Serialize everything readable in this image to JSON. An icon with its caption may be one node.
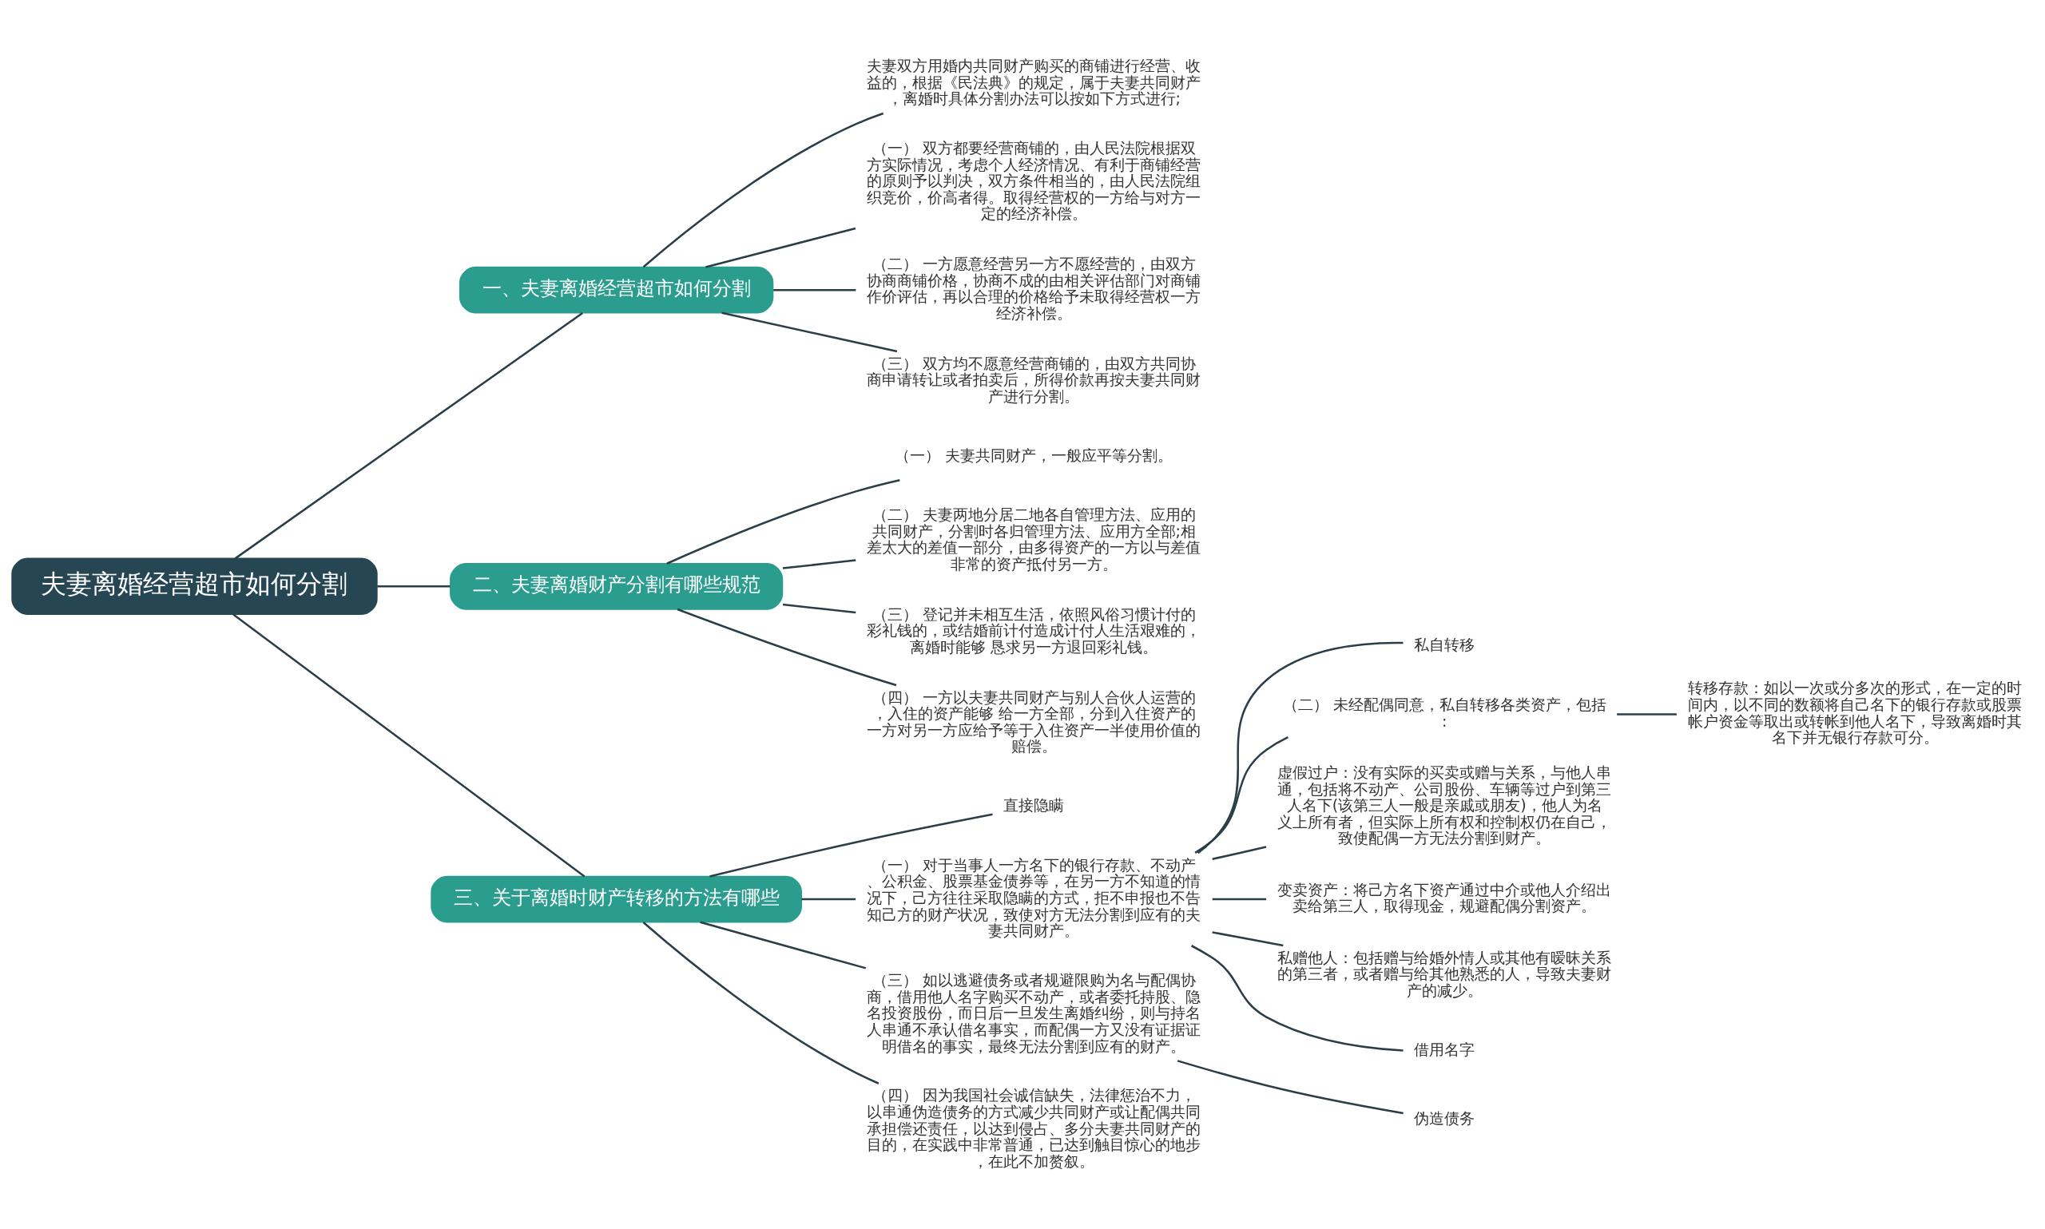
{
  "diagram": {
    "nodes": [
      {
        "text": [
          "夫妻离婚经营超市如何分割"
        ]
      },
      {
        "text": [
          "一、夫妻离婚经营超市如何分割"
        ]
      },
      {
        "text": [
          "夫妻双方用婚内共同财产购买的商铺进行经营、收益的，根据《民法典》的规定，属于夫妻共同财产，离婚时具体分割办法可以按如下方式进行;"
        ]
      },
      {
        "text": [
          "（一） 双方都要经营商铺的，由人民法院根据双方实际情况，考虑个人经济情况、有利于商铺经营的原则予以判决，双方条件相当的，由人民法院组织竞价，价高者得。取得经营权的一方给与对方一定的经济补偿。"
        ]
      },
      {
        "text": [
          "（二） 一方愿意经营另一方不愿经营的，由双方协商商铺价格，协商不成的由相关评估部门对商铺作价评估，再以合理的价格给予未取得经营权一方经济补偿。"
        ]
      },
      {
        "text": [
          "（三） 双方均不愿意经营商铺的，由双方共同协商申请转让或者拍卖后，所得价款再按夫妻共同财产进行分割。"
        ]
      },
      {
        "text": [
          "二、夫妻离婚财产分割有哪些规范"
        ]
      },
      {
        "text": [
          "（一） 夫妻共同财产，一般应平等分割。"
        ]
      },
      {
        "text": [
          "（二） 夫妻两地分居二地各自管理方法、应用的共同财产，分割时各归管理方法、应用方全部;相差太大的差值一部分，由多得资产的一方以与差值非常的资产抵付另一方。"
        ]
      },
      {
        "text": [
          "（三） 登记并未相互生活，依照风俗习惯计付的彩礼钱的，或结婚前计付造成计付人生活艰难的，离婚时能够 恳求另一方退回彩礼钱。"
        ]
      },
      {
        "text": [
          "（四） 一方以夫妻共同财产与别人合伙人运营的，入住的资产能够 给一方全部，分到入住资产的一方对另一方应给予等于入住资产一半使用价值的赔偿。"
        ]
      },
      {
        "text": [
          "三、关于离婚时财产转移的方法有哪些"
        ]
      },
      {
        "text": [
          "直接隐瞒"
        ]
      },
      {
        "text": [
          "（一） 对于当事人一方名下的银行存款、不动产、公积金、股票基金债券等，在另一方不知道的情况下，己方往往采取隐瞒的方式，拒不申报也不告知己方的财产状况，致使对方无法分割到应有的夫妻共同财产。"
        ]
      },
      {
        "text": [
          "私自转移"
        ]
      },
      {
        "text": [
          "（二） 未经配偶同意，私自转移各类资产，包括:"
        ]
      },
      {
        "text": [
          "转移存款：如以一次或分多次的形式，在一定的时间内，以不同的数额将自己名下的银行存款或股票帐户资金等取出或转帐到他人名下，导致离婚时其名下并无银行存款可分。"
        ]
      },
      {
        "text": [
          "虚假过户：没有实际的买卖或赠与关系，与他人串通，包括将不动产、公司股份、车辆等过户到第三人名下(该第三人一般是亲戚或朋友)，他人为名义上所有者，但实际上所有权和控制权仍在自己，致使配偶一方无法分割到财产。"
        ]
      },
      {
        "text": [
          "变卖资产：将己方名下资产通过中介或他人介绍出卖给第三人，取得现金，规避配偶分割资产。"
        ]
      },
      {
        "text": [
          "私赠他人：包括赠与给婚外情人或其他有暧昧关系的第三者，或者赠与给其他熟悉的人，导致夫妻财产的减少。"
        ]
      },
      {
        "text": [
          "借用名字"
        ]
      },
      {
        "text": [
          "（三） 如以逃避债务或者规避限购为名与配偶协商，借用他人名字购买不动产，或者委托持股、隐名投资股份，而日后一旦发生离婚纠纷，则与持名人串通不承认借名事实，而配偶一方又没有证据证明借名的事实，最终无法分割到应有的财产。"
        ]
      },
      {
        "text": [
          "伪造债务"
        ]
      },
      {
        "text": [
          "（四） 因为我国社会诚信缺失，法律惩治不力，以串通伪造债务的方式减少共同财产或让配偶共同承担偿还责任，以达到侵占、多分夫妻共同财产的目的，在实践中非常普通，已达到触目惊心的地步，在此不加赘叙。"
        ]
      }
    ],
    "edges": [
      {
        "from": 0,
        "to": 1,
        "arrow": "none"
      },
      {
        "from": 1,
        "to": 2,
        "arrow": "none"
      },
      {
        "from": 1,
        "to": 3,
        "arrow": "none"
      },
      {
        "from": 1,
        "to": 4,
        "arrow": "none"
      },
      {
        "from": 1,
        "to": 5,
        "arrow": "none"
      },
      {
        "from": 0,
        "to": 6,
        "arrow": "none"
      },
      {
        "from": 6,
        "to": 7,
        "arrow": "none"
      },
      {
        "from": 6,
        "to": 8,
        "arrow": "none"
      },
      {
        "from": 6,
        "to": 9,
        "arrow": "none"
      },
      {
        "from": 6,
        "to": 10,
        "arrow": "none"
      },
      {
        "from": 0,
        "to": 11,
        "arrow": "none"
      },
      {
        "from": 11,
        "to": 12,
        "arrow": "none"
      },
      {
        "from": 11,
        "to": 13,
        "arrow": "none"
      },
      {
        "from": 13,
        "to": 14,
        "arrow": "none"
      },
      {
        "from": 13,
        "to": 15,
        "arrow": "none"
      },
      {
        "from": 15,
        "to": 16,
        "arrow": "none"
      },
      {
        "from": 13,
        "to": 17,
        "arrow": "none"
      },
      {
        "from": 13,
        "to": 18,
        "arrow": "none"
      },
      {
        "from": 13,
        "to": 19,
        "arrow": "none"
      },
      {
        "from": 13,
        "to": 20,
        "arrow": "none"
      },
      {
        "from": 11,
        "to": 21,
        "arrow": "none"
      },
      {
        "from": 21,
        "to": 22,
        "arrow": "none"
      },
      {
        "from": 11,
        "to": 23,
        "arrow": "none"
      }
    ]
  }
}
